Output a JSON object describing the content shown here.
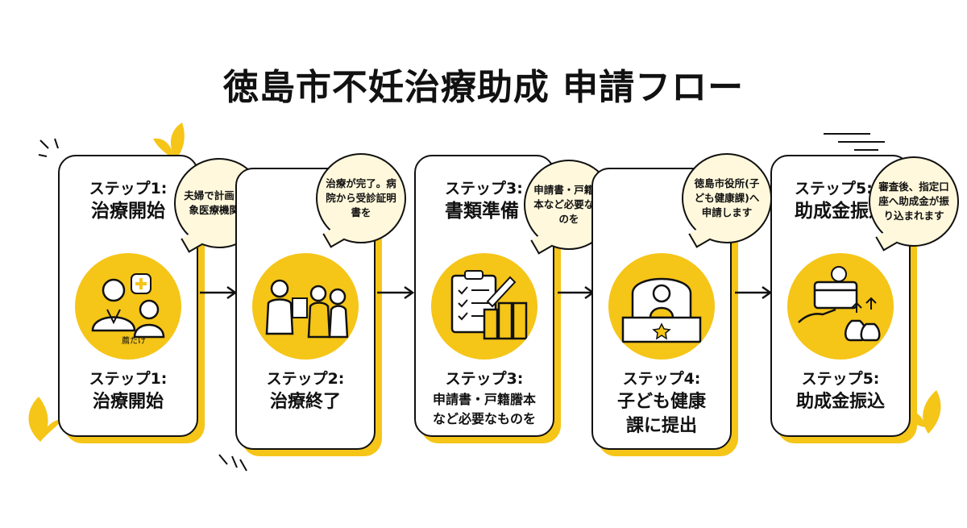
{
  "title": "徳島市不妊治療助成 申請フロー",
  "colors": {
    "accent": "#f5c518",
    "bubble": "#fff8dc",
    "ink": "#111111"
  },
  "steps": [
    {
      "top_step": "ステップ1:",
      "top_name": "治療開始",
      "bubble": "夫婦で計画！対象医療機関へ",
      "icon": "doctor-and-patient-icon",
      "icon_text": "薦たけ",
      "bottom_step": "ステップ1:",
      "bottom_name": "治療開始"
    },
    {
      "top_step": "",
      "top_name": "",
      "bubble": "治療が完了。病院から受診証明書を",
      "icon": "doctor-and-couple-icon",
      "bottom_step": "ステップ2:",
      "bottom_name": "治療終了"
    },
    {
      "top_step": "ステップ3:",
      "top_name": "書類準備",
      "bubble": "申請書・戸籍謄本など必要なものを",
      "icon": "clipboard-and-binders-icon",
      "bottom_step": "ステップ3:",
      "bottom_name": "申請書・戸籍謄本など必要なものを"
    },
    {
      "top_step": "",
      "top_name": "",
      "bubble": "徳島市役所(子ども健康課)へ申請します",
      "icon": "reception-desk-icon",
      "bottom_step": "ステップ4:",
      "bottom_name": "子ども健康課に提出"
    },
    {
      "top_step": "ステップ5:",
      "top_name": "助成金振込",
      "bubble": "審査後、指定口座へ助成金が振り込まれます",
      "icon": "card-and-money-bags-icon",
      "bottom_step": "ステップ5:",
      "bottom_name": "助成金振込"
    }
  ]
}
